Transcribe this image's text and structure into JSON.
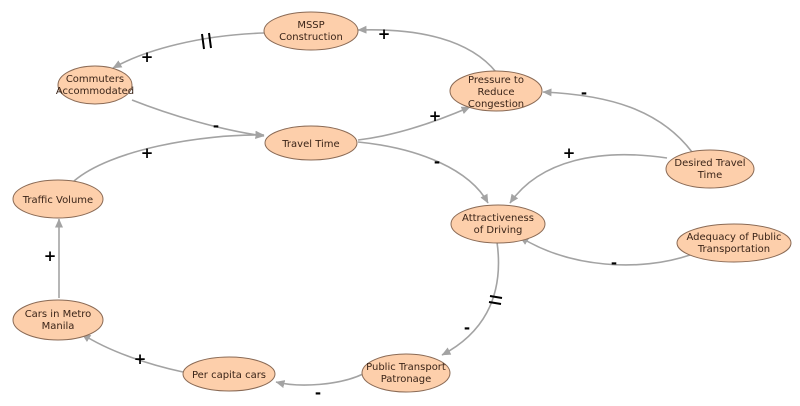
{
  "nodes": {
    "mssp": [
      "MSSP",
      "Construction"
    ],
    "commuters": [
      "Commuters",
      "Accommodated"
    ],
    "pressure": [
      "Pressure to",
      "Reduce",
      "Congestion"
    ],
    "travel_time": [
      "Travel Time"
    ],
    "traffic_volume": [
      "Traffic Volume"
    ],
    "attractiveness": [
      "Attractiveness",
      "of Driving"
    ],
    "desired_travel": [
      "Desired Travel",
      "Time"
    ],
    "adequacy": [
      "Adequacy of Public",
      "Transportation"
    ],
    "cars_metro": [
      "Cars in Metro",
      "Manila"
    ],
    "per_capita": [
      "Per capita cars"
    ],
    "public_transport": [
      "Public Transport",
      "Patronage"
    ]
  },
  "links": [
    {
      "from": "mssp",
      "to": "commuters",
      "polarity": "+",
      "delay": true
    },
    {
      "from": "pressure",
      "to": "mssp",
      "polarity": "+"
    },
    {
      "from": "commuters",
      "to": "travel_time",
      "polarity": "-"
    },
    {
      "from": "travel_time",
      "to": "pressure",
      "polarity": "+"
    },
    {
      "from": "desired_travel",
      "to": "pressure",
      "polarity": "-"
    },
    {
      "from": "traffic_volume",
      "to": "travel_time",
      "polarity": "+"
    },
    {
      "from": "travel_time",
      "to": "attractiveness",
      "polarity": "-"
    },
    {
      "from": "desired_travel",
      "to": "attractiveness",
      "polarity": "+"
    },
    {
      "from": "adequacy",
      "to": "attractiveness",
      "polarity": "-"
    },
    {
      "from": "attractiveness",
      "to": "public_transport",
      "polarity": "-",
      "delay": true
    },
    {
      "from": "public_transport",
      "to": "per_capita",
      "polarity": "-"
    },
    {
      "from": "per_capita",
      "to": "cars_metro",
      "polarity": "+"
    },
    {
      "from": "cars_metro",
      "to": "traffic_volume",
      "polarity": "+"
    }
  ],
  "colors": {
    "node_fill": "#fdcfab",
    "node_stroke": "#8a6a55",
    "arrow": "#a3a3a3",
    "polarity": "#000000"
  }
}
